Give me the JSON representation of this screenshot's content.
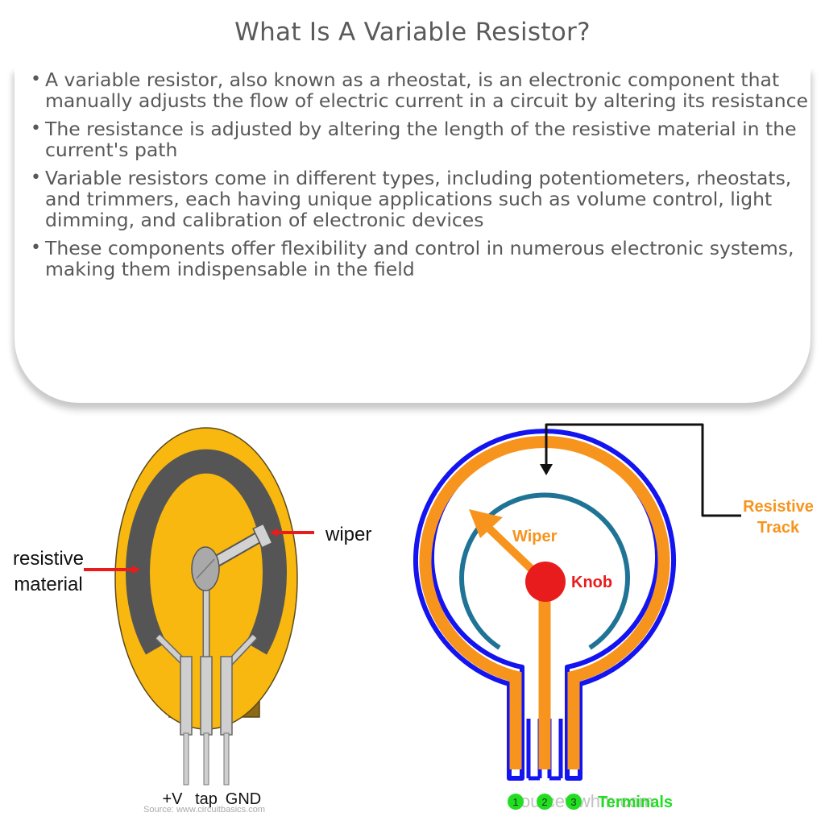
{
  "title": "What Is A Variable Resistor?",
  "bullets": [
    "A variable resistor, also known as a rheostat, is an electronic component that manually adjusts the flow of electric current in a circuit by altering its resistance",
    "The resistance is adjusted by altering the length of the resistive material in the current's path",
    "Variable resistors come in different types, including potentiometers, rheostats, and trimmers, each having unique applications such as volume control, light dimming, and calibration of electronic devices",
    "These components offer flexibility and control in numerous electronic systems, making them indispensable in the field"
  ],
  "left_diagram": {
    "label_material_1": "resistive",
    "label_material_2": "material",
    "label_wiper": "wiper",
    "pin_plus": "+V",
    "pin_tap": "tap",
    "pin_gnd": "GND",
    "source": "Source: www.circuitbasics.com"
  },
  "right_diagram": {
    "label_track_1": "Resistive",
    "label_track_2": "Track",
    "label_wiper": "Wiper",
    "label_knob": "Knob",
    "terminal_1": "1",
    "terminal_2": "2",
    "terminal_3": "3",
    "label_terminals": "Terminals",
    "watermark": "ourcewwhm.com"
  },
  "colors": {
    "body_yellow": "#f9b80f",
    "track_gray": "#555555",
    "arrow_red": "#e81c1c",
    "track_orange": "#f7941d",
    "outline_blue": "#1414f0",
    "inner_teal": "#1f7496",
    "knob_red": "#e81c1c",
    "terminal_green": "#22dd22"
  }
}
